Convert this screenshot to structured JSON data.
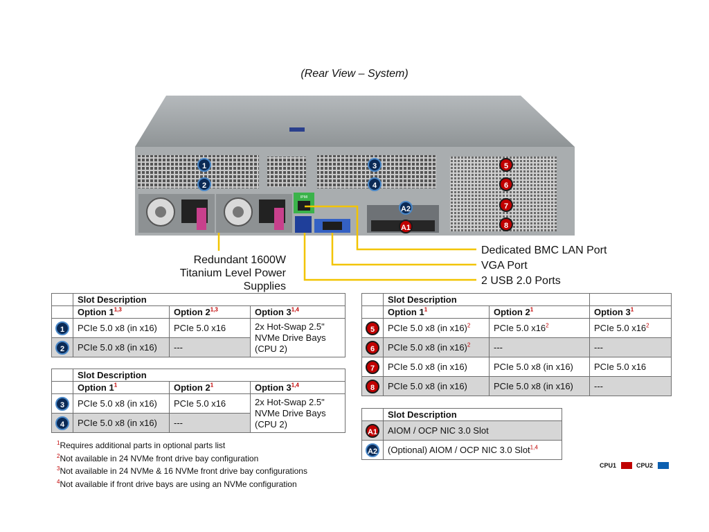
{
  "caption": "(Rear View – System)",
  "callouts": {
    "power": [
      "Redundant  1600W",
      "Titanium  Level Power Supplies"
    ],
    "bmc": "Dedicated BMC LAN Port",
    "vga": "VGA Port",
    "usb": "2 USB 2.0 Ports",
    "bmc_port_label": "IPMI"
  },
  "colors": {
    "cpu1": "#c00000",
    "cpu2": "#0b5fb0",
    "callout_line": "#f2c400"
  },
  "table1": {
    "header": "Slot Description",
    "option1": "Option 1",
    "option1_sup": "1,3",
    "option2": "Option 2",
    "option2_sup": "1,3",
    "option3": "Option 3",
    "option3_sup": "1,4",
    "rows": [
      {
        "slot": "1",
        "o1": "PCIe 5.0 x8 (in x16)",
        "o2": "PCIe 5.0 x16"
      },
      {
        "slot": "2",
        "o1": "PCIe 5.0 x8 (in x16)",
        "o2": "---"
      }
    ],
    "merged": [
      "2x Hot-Swap 2.5\"",
      "NVMe Drive Bays",
      "(CPU 2)"
    ]
  },
  "table2": {
    "header": "Slot Description",
    "option1": "Option 1",
    "option1_sup": "1",
    "option2": "Option 2",
    "option2_sup": "1",
    "option3": "Option 3",
    "option3_sup": "1,4",
    "rows": [
      {
        "slot": "3",
        "o1": "PCIe 5.0 x8 (in x16)",
        "o2": "PCIe 5.0 x16"
      },
      {
        "slot": "4",
        "o1": "PCIe 5.0 x8 (in x16)",
        "o2": "---"
      }
    ],
    "merged": [
      "2x Hot-Swap 2.5\"",
      "NVMe Drive Bays",
      "(CPU 2)"
    ]
  },
  "table3": {
    "header": "Slot Description",
    "option1": "Option 1",
    "option1_sup": "1",
    "option2": "Option 2",
    "option2_sup": "1",
    "option3": "Option 3",
    "option3_sup": "1",
    "rows": [
      {
        "slot": "5",
        "o1": "PCIe 5.0 x8 (in x16)",
        "o1_sup": "2",
        "o2": "PCIe 5.0 x16",
        "o2_sup": "2",
        "o3": "PCIe 5.0 x16",
        "o3_sup": "2"
      },
      {
        "slot": "6",
        "o1": "PCIe 5.0 x8 (in x16)",
        "o1_sup": "2",
        "o2": "---",
        "o2_sup": "",
        "o3": "---",
        "o3_sup": ""
      },
      {
        "slot": "7",
        "o1": "PCIe 5.0 x8 (in x16)",
        "o1_sup": "",
        "o2": "PCIe 5.0 x8 (in x16)",
        "o2_sup": "",
        "o3": "PCIe 5.0 x16",
        "o3_sup": ""
      },
      {
        "slot": "8",
        "o1": "PCIe 5.0 x8 (in x16)",
        "o1_sup": "",
        "o2": "PCIe 5.0 x8 (in x16)",
        "o2_sup": "",
        "o3": "---",
        "o3_sup": ""
      }
    ]
  },
  "table4": {
    "header": "Slot Description",
    "rows": [
      {
        "slot": "A1",
        "desc": "AIOM / OCP NIC  3.0 Slot",
        "sup": ""
      },
      {
        "slot": "A2",
        "desc": "(Optional)  AIOM / OCP NIC  3.0 Slot",
        "sup": "1,4"
      }
    ]
  },
  "footnotes": [
    {
      "num": "1",
      "text": "Requires additional parts in optional parts list"
    },
    {
      "num": "2",
      "text": "Not available in 24 NVMe  front drive bay configuration"
    },
    {
      "num": "3",
      "text": "Not available in 24 NVMe  & 16 NVMe front drive bay configurations"
    },
    {
      "num": "4",
      "text": "Not available if front drive bays are using an NVMe  configuration"
    }
  ],
  "legend": {
    "cpu1": "CPU1",
    "cpu2": "CPU2"
  }
}
